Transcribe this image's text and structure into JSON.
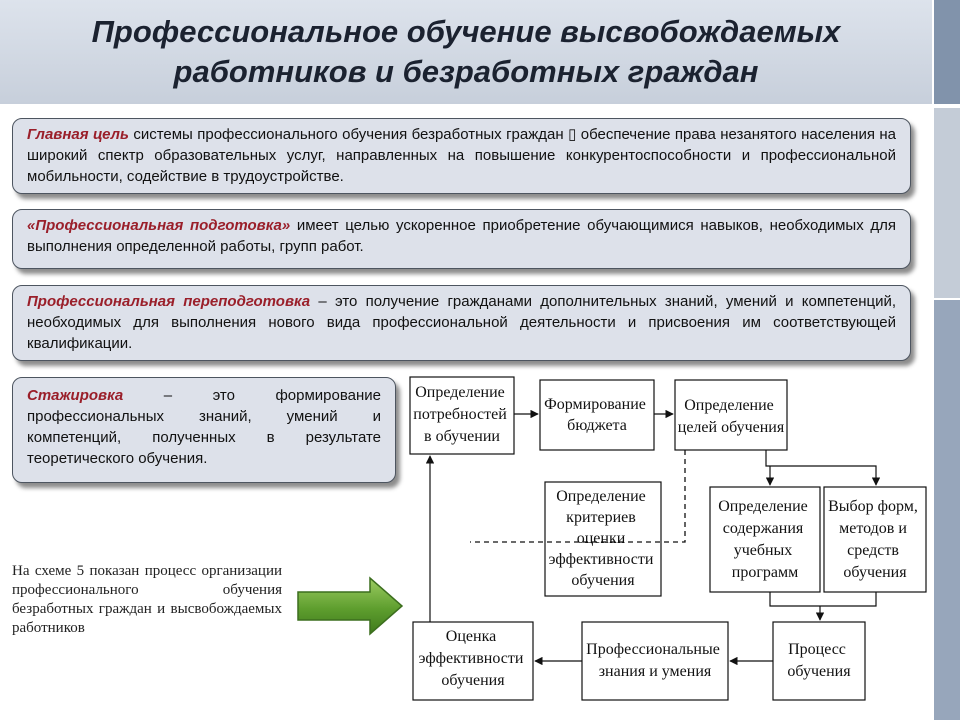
{
  "title": {
    "line1": "Профессиональное обучение высвобождаемых",
    "line2": "работников и безработных граждан"
  },
  "cards": {
    "goal": {
      "lead": "Главная цель",
      "text": " системы профессионального обучения безработных граждан ▯ обеспечение права незанятого населения на широкий спектр образовательных услуг, направленных на повышение конкурентоспособности и профессиональной мобильности, содействие в трудоустройстве."
    },
    "training": {
      "lead": "«Профессиональная подготовка»",
      "text": "  имеет целью ускоренное приобретение обучающимися навыков, необходимых для выполнения определенной работы, групп работ."
    },
    "retraining": {
      "lead": "Профессиональная переподготовка",
      "text": " – это получение гражданами дополнительных знаний, умений и компетенций, необходимых для выполнения нового вида профессиональной деятельности и присвоения им соответствующей квалификации."
    },
    "internship": {
      "lead": "Стажировка",
      "text": " – это формирование профессиональных знаний, умений и компетенций, полученных в результате теоретического обучения."
    }
  },
  "note": "На схеме 5 показан процесс организации профессионального обучения безработных граждан и высвобождаемых работников",
  "flow": {
    "needs": [
      "Определение",
      "потребностей",
      "в обучении"
    ],
    "budget": [
      "Формирование",
      "бюджета"
    ],
    "goals": [
      "Определение",
      "целей обучения"
    ],
    "criteria": [
      "Определение",
      "критериев",
      "оценки",
      "эффективности",
      "обучения"
    ],
    "content": [
      "Определение",
      "содержания",
      "учебных",
      "программ"
    ],
    "methods": [
      "Выбор форм,",
      "методов и",
      "средств",
      "обучения"
    ],
    "evaluation": [
      "Оценка",
      "эффективности",
      "обучения"
    ],
    "skills": [
      "Профессиональные",
      "знания и умения"
    ],
    "process": [
      "Процесс",
      "обучения"
    ]
  },
  "colors": {
    "title_text": "#1b2230",
    "card_bg": "#dde1ea",
    "card_lead": "#9a1f2a",
    "arrow_green": "#5e9e2e",
    "strip_dark": "#8193ab"
  }
}
